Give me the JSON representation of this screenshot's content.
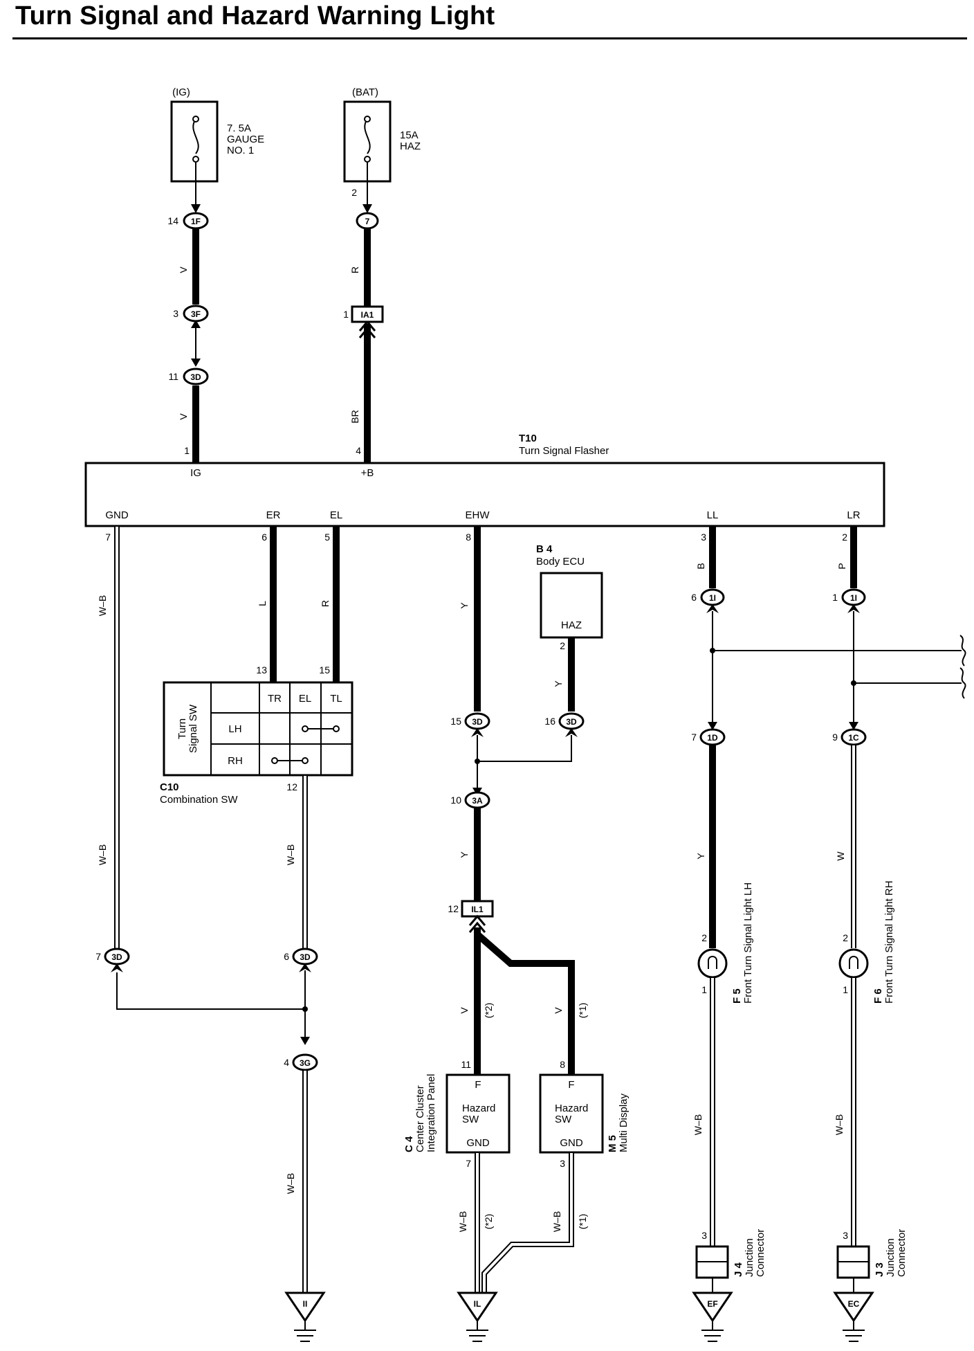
{
  "title": "Turn Signal and Hazard Warning Light",
  "flasher": {
    "id": "T10",
    "name": "Turn Signal Flasher",
    "top_terminals": [
      {
        "pin": "1",
        "label": "IG"
      },
      {
        "pin": "4",
        "label": "+B"
      }
    ],
    "bottom_terminals": [
      {
        "pin": "7",
        "label": "GND"
      },
      {
        "pin": "6",
        "label": "ER"
      },
      {
        "pin": "5",
        "label": "EL"
      },
      {
        "pin": "8",
        "label": "EHW"
      },
      {
        "pin": "3",
        "label": "LL"
      },
      {
        "pin": "2",
        "label": "LR"
      }
    ]
  },
  "fuses": [
    {
      "source": "(IG)",
      "rating": "7. 5A",
      "name_1": "GAUGE",
      "name_2": "NO. 1"
    },
    {
      "source": "(BAT)",
      "rating": "15A",
      "name_1": "HAZ",
      "pin": "2"
    }
  ],
  "connectors": {
    "c1F": {
      "pin": "14",
      "code": "1F"
    },
    "c7": {
      "code": "7"
    },
    "c3F": {
      "pin": "3",
      "code": "3F"
    },
    "cIA1": {
      "pin": "1",
      "code": "IA1"
    },
    "c3D_11": {
      "pin": "11",
      "code": "3D"
    },
    "c1I_6": {
      "pin": "6",
      "code": "1I"
    },
    "c1I_1": {
      "pin": "1",
      "code": "1I"
    },
    "c3D_15": {
      "pin": "15",
      "code": "3D"
    },
    "c3D_16": {
      "pin": "16",
      "code": "3D"
    },
    "c1D": {
      "pin": "7",
      "code": "1D"
    },
    "c1C": {
      "pin": "9",
      "code": "1C"
    },
    "c3A": {
      "pin": "10",
      "code": "3A"
    },
    "cIL1": {
      "pin": "12",
      "code": "IL1"
    },
    "c3D_7": {
      "pin": "7",
      "code": "3D"
    },
    "c3D_6": {
      "pin": "6",
      "code": "3D"
    },
    "c3G": {
      "pin": "4",
      "code": "3G"
    }
  },
  "wires": {
    "v1": "V",
    "r1": "R",
    "v2": "V",
    "br": "BR",
    "wb_gnd1": "W–B",
    "l": "L",
    "r2": "R",
    "y1": "Y",
    "b": "B",
    "p": "P",
    "y_haz": "Y",
    "wb_gnd2": "W–B",
    "wb_c10": "W–B",
    "y2": "Y",
    "y_lh": "Y",
    "w_rh": "W",
    "v_c4": "V",
    "v_m5": "V",
    "wb_g3g": "W–B",
    "wb_c4": "W–B",
    "wb_m5": "W–B",
    "wb_f5": "W–B",
    "wb_f6": "W–B"
  },
  "notes": {
    "n2": "(*2)",
    "n1": "(*1)"
  },
  "pin_numbers": {
    "c10_13": "13",
    "c10_15": "15",
    "c10_12": "12",
    "b4_2": "2",
    "f5_2": "2",
    "f5_1": "1",
    "f6_2": "2",
    "f6_1": "1",
    "c4_11": "11",
    "c4_7": "7",
    "m5_8": "8",
    "m5_3": "3",
    "j4_3": "3",
    "j3_3": "3"
  },
  "body_ecu": {
    "id": "B 4",
    "name": "Body ECU",
    "terminal": "HAZ"
  },
  "combination_sw": {
    "id": "C10",
    "name": "Combination SW",
    "side_label_1": "Turn",
    "side_label_2": "Signal SW",
    "columns": [
      "TR",
      "EL",
      "TL"
    ],
    "rows": [
      "LH",
      "RH"
    ]
  },
  "hazard_switches": [
    {
      "id": "C 4",
      "name_1": "Center Cluster",
      "name_2": "Integration Panel",
      "top": "F",
      "label_1": "Hazard",
      "label_2": "SW",
      "bottom": "GND"
    },
    {
      "id": "M 5",
      "name_1": "Multi Display",
      "top": "F",
      "label_1": "Hazard",
      "label_2": "SW",
      "bottom": "GND"
    }
  ],
  "lights": [
    {
      "id": "F 5",
      "name": "Front Turn Signal Light LH"
    },
    {
      "id": "F 6",
      "name": "Front Turn Signal Light RH"
    }
  ],
  "junctions": [
    {
      "id": "J 4",
      "name_1": "Junction",
      "name_2": "Connector"
    },
    {
      "id": "J 3",
      "name_1": "Junction",
      "name_2": "Connector"
    }
  ],
  "grounds": [
    "II",
    "IL",
    "EF",
    "EC"
  ]
}
